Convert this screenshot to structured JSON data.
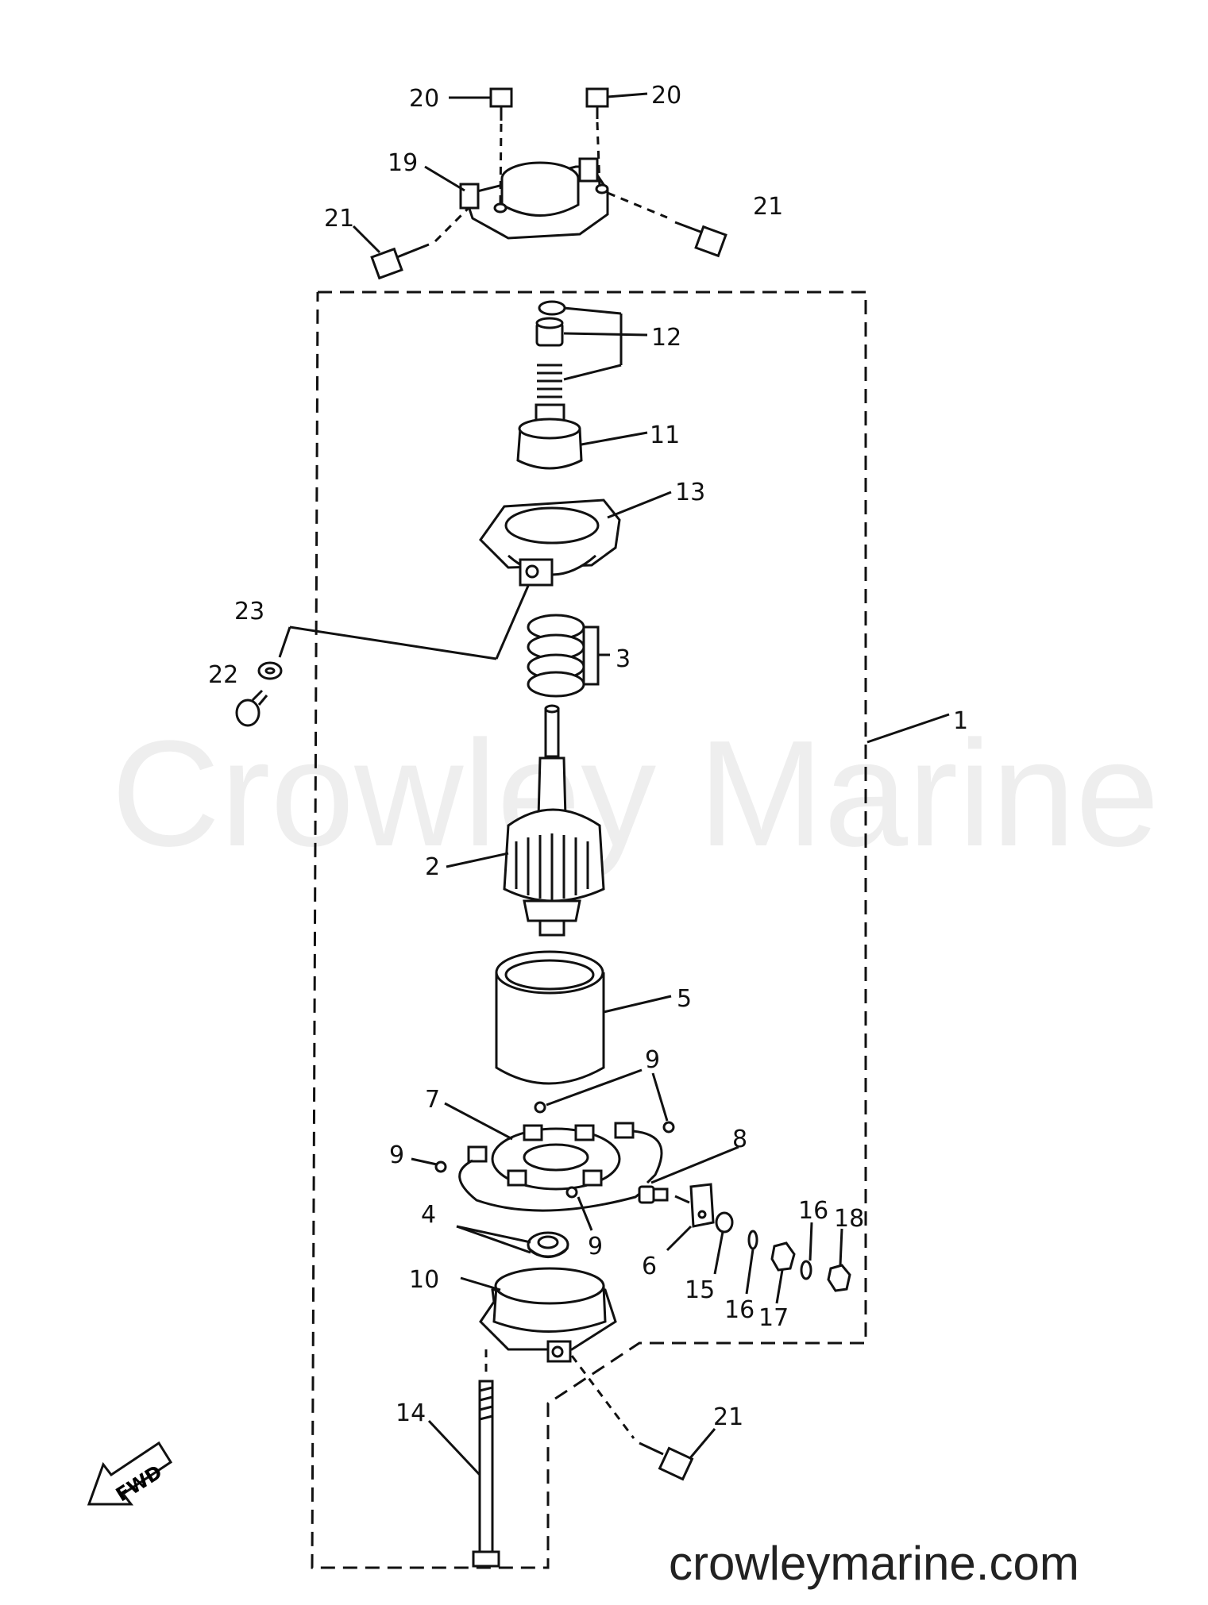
{
  "watermark": "Crowley Marine",
  "site": "crowleymarine.com",
  "fwd": "FWD",
  "labels": {
    "l20a": "20",
    "l20b": "20",
    "l19": "19",
    "l21a": "21",
    "l21b": "21",
    "l12": "12",
    "l11": "11",
    "l13": "13",
    "l23": "23",
    "l22": "22",
    "l3": "3",
    "l1": "1",
    "l2": "2",
    "l5": "5",
    "l9a": "9",
    "l7": "7",
    "l9b": "9",
    "l8": "8",
    "l16a": "16",
    "l18": "18",
    "l4": "4",
    "l9c": "9",
    "l6": "6",
    "l15": "15",
    "l16b": "16",
    "l17": "17",
    "l10": "10",
    "l21c": "21",
    "l14": "14"
  }
}
